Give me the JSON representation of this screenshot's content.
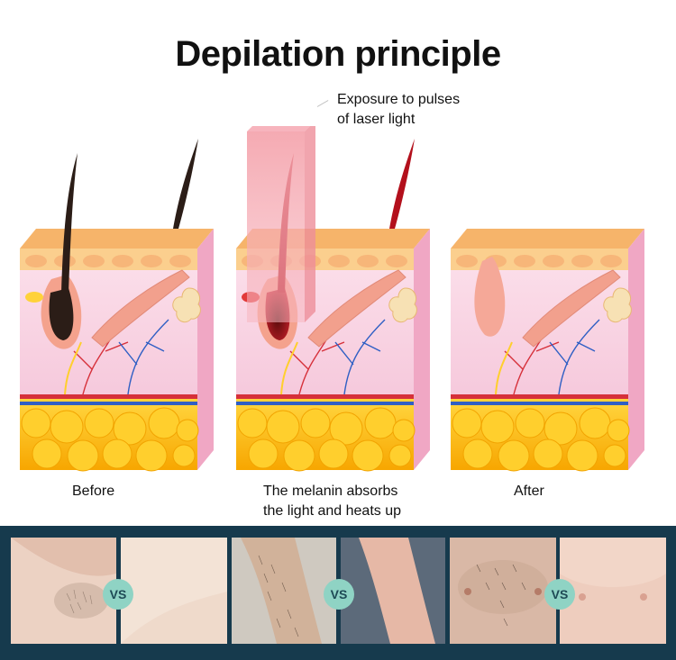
{
  "title": "Depilation principle",
  "callout": {
    "line1": "Exposure to pulses",
    "line2": "of laser light"
  },
  "stages": [
    {
      "caption_line1": "Before",
      "caption_line2": ""
    },
    {
      "caption_line1": "The melanin absorbs",
      "caption_line2": "the light and heats up"
    },
    {
      "caption_line1": "After",
      "caption_line2": ""
    }
  ],
  "comparison": {
    "vs_label": "VS",
    "pairs": [
      {
        "before": "underarm-before-photo",
        "after": "underarm-after-photo"
      },
      {
        "before": "leg-before-photo",
        "after": "leg-after-photo"
      },
      {
        "before": "chest-before-photo",
        "after": "chest-after-photo"
      }
    ]
  },
  "colors": {
    "skin_top": "#f9c27e",
    "dermis": "#f9d3e4",
    "fat": "#ffbf1a",
    "hair_dark": "#2b1d17",
    "hair_red": "#b3101c",
    "laser": "#f28d99",
    "band": "#163a4d",
    "vs_circle": "#8fd3c4"
  }
}
